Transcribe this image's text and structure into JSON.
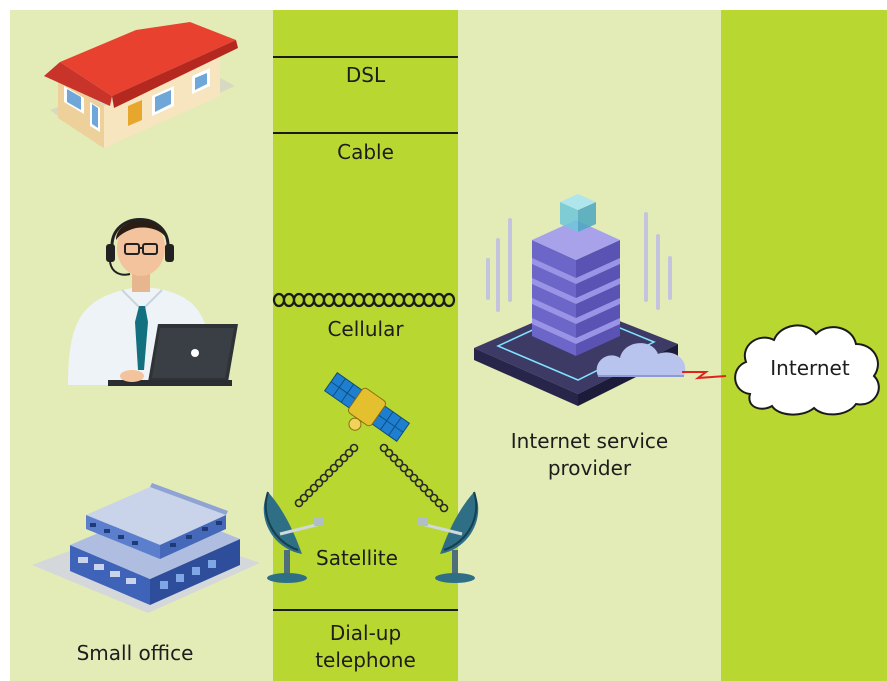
{
  "connection_media": {
    "dsl": "DSL",
    "cable": "Cable",
    "cellular": "Cellular",
    "satellite": "Satellite",
    "dialup": "Dial-up\ntelephone"
  },
  "endpoints": {
    "small_office": "Small office"
  },
  "isp": {
    "label": "Internet service\nprovider"
  },
  "internet": {
    "label": "Internet"
  },
  "colors": {
    "light_band": "#e3ebb7",
    "green_band": "#b8d730",
    "roof": "#e8412f",
    "server": "#7f7ad8"
  }
}
